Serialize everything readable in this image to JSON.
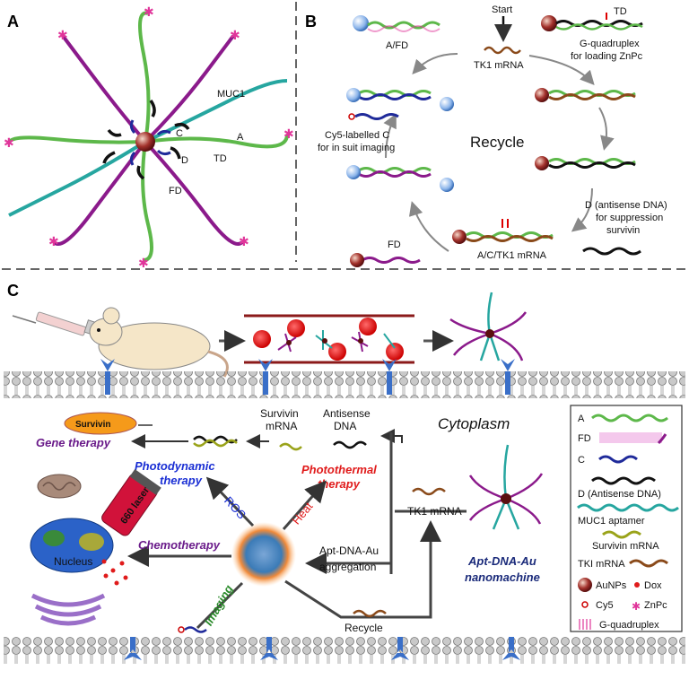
{
  "panels": {
    "a": "A",
    "b": "B",
    "c": "C"
  },
  "panel_a": {
    "muc1": "MUC1",
    "c": "C",
    "a": "A",
    "td": "TD",
    "d": "D",
    "fd": "FD"
  },
  "panel_b": {
    "start": "Start",
    "tk1_mrna": "TK1 mRNA",
    "a_fd": "A/FD",
    "td": "TD",
    "gq_line1": "G-quadruplex",
    "gq_line2": "for loading ZnPc",
    "cy5_line1": "Cy5-labelled C",
    "cy5_line2": "for in suit imaging",
    "recycle": "Recycle",
    "d_line1": "D (antisense DNA)",
    "d_line2": "for suppression",
    "d_line3": "survivin",
    "fd": "FD",
    "a_c_tk1": "A/C/TK1 mRNA"
  },
  "panel_c": {
    "survivin_badge": "Survivin",
    "gene_therapy": "Gene therapy",
    "survivin_mrna_1": "Survivin",
    "survivin_mrna_2": "mRNA",
    "antisense_1": "Antisense",
    "antisense_2": "DNA",
    "cytoplasm": "Cytoplasm",
    "pdt_1": "Photodynamic",
    "pdt_2": "therapy",
    "ptt_1": "Photothermal",
    "ptt_2": "therapy",
    "ros": "ROS",
    "heat": "Heat",
    "laser": "660 laser",
    "tk1_mrna": "TK1 mRNA",
    "chemotherapy": "Chemotherapy",
    "nucleus": "Nucleus",
    "apt_agg_1": "Apt-DNA-Au",
    "apt_agg_2": "aggregation",
    "nanomachine_1": "Apt-DNA-Au",
    "nanomachine_2": "nanomachine",
    "imaging": "Imaging",
    "recycle": "Recycle"
  },
  "legend": {
    "a": "A",
    "fd": "FD",
    "c": "C",
    "d": "D (Antisense DNA)",
    "muc1": "MUC1 aptamer",
    "survivin": "Survivin mRNA",
    "tk1": "TKI mRNA",
    "aunps": "AuNPs",
    "dox": "Dox",
    "cy5": "Cy5",
    "znpc": "ZnPc",
    "gq": "G-quadruplex"
  },
  "colors": {
    "strand_a": "#5db84a",
    "strand_fd": "#8b1a8b",
    "strand_c": "#1f2a9a",
    "strand_d": "#111111",
    "muc1": "#26a6a0",
    "survivin": "#9aa31a",
    "tk1": "#8a4a1a",
    "therapy_blue": "#1a2fd4",
    "therapy_red": "#e01b1b",
    "therapy_purple": "#6a1b8a",
    "imaging_green": "#2a8a2a",
    "nanomachine_blue": "#1a2a7a",
    "vessel": "#8b1a1a"
  }
}
